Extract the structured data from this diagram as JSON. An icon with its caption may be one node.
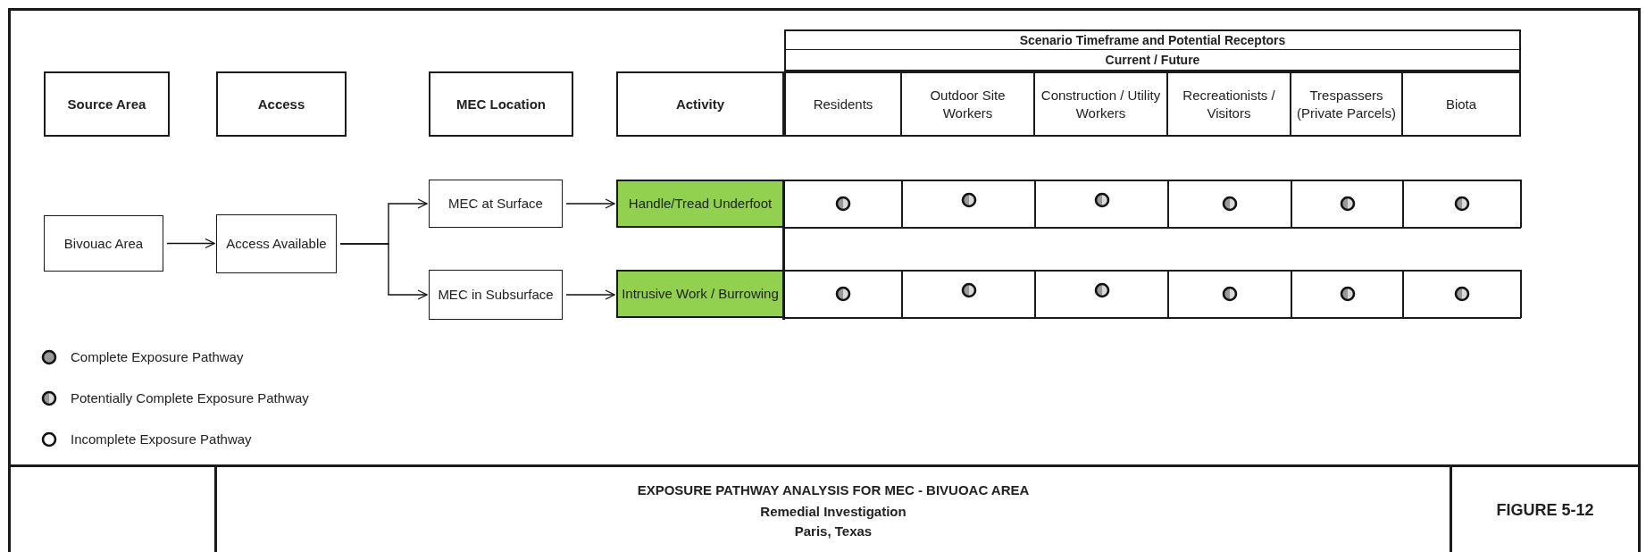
{
  "diagram": {
    "title": "EXPOSURE PATHWAY ANALYSIS FOR MEC - BIVUOAC AREA",
    "nodes": [
      {
        "text": [
          "Scenario Timeframe and Potential Receptors"
        ]
      },
      {
        "text": [
          "Current / Future"
        ]
      },
      {
        "text": [
          "Source Area"
        ]
      },
      {
        "text": [
          "Access"
        ]
      },
      {
        "text": [
          "MEC Location"
        ]
      },
      {
        "text": [
          "Activity"
        ]
      },
      {
        "text": [
          "Residents"
        ]
      },
      {
        "text": [
          "Outdoor Site Workers"
        ]
      },
      {
        "text": [
          "Construction / Utility Workers"
        ]
      },
      {
        "text": [
          "Recreationists / Visitors"
        ]
      },
      {
        "text": [
          "Trespassers (Private Parcels)"
        ]
      },
      {
        "text": [
          "Biota"
        ]
      },
      {
        "text": [
          "Bivouac Area"
        ]
      },
      {
        "text": [
          "Access Available"
        ]
      },
      {
        "text": [
          "MEC at Surface"
        ]
      },
      {
        "text": [
          "Handle/Tread Underfoot"
        ]
      },
      {
        "text": [],
        "shape": "circle"
      },
      {
        "text": [],
        "shape": "circle"
      },
      {
        "text": [],
        "shape": "circle"
      },
      {
        "text": [],
        "shape": "circle"
      },
      {
        "text": [],
        "shape": "circle"
      },
      {
        "text": [],
        "shape": "circle"
      },
      {
        "text": [
          "MEC in Subsurface"
        ]
      },
      {
        "text": [
          "Intrusive Work / Burrowing"
        ]
      },
      {
        "text": [],
        "shape": "circle"
      },
      {
        "text": [],
        "shape": "circle"
      },
      {
        "text": [],
        "shape": "circle"
      },
      {
        "text": [],
        "shape": "circle"
      },
      {
        "text": [],
        "shape": "circle"
      },
      {
        "text": [],
        "shape": "circle"
      }
    ],
    "edges": [
      {
        "from": 12,
        "to": 13,
        "arrow": "to"
      },
      {
        "from": 13,
        "to": 14,
        "arrow": "to"
      },
      {
        "from": 13,
        "to": 22,
        "arrow": "to"
      },
      {
        "from": 14,
        "to": 15,
        "arrow": "to"
      },
      {
        "from": 22,
        "to": 23,
        "arrow": "to"
      }
    ],
    "labels": [
      "Remedial Investigation",
      "Paris, Texas",
      "FIGURE 5-12"
    ],
    "legend": [
      {
        "text": "Complete Exposure Pathway"
      },
      {
        "text": "Potentially Complete Exposure Pathway"
      },
      {
        "text": "Incomplete Exposure Pathway"
      }
    ]
  }
}
